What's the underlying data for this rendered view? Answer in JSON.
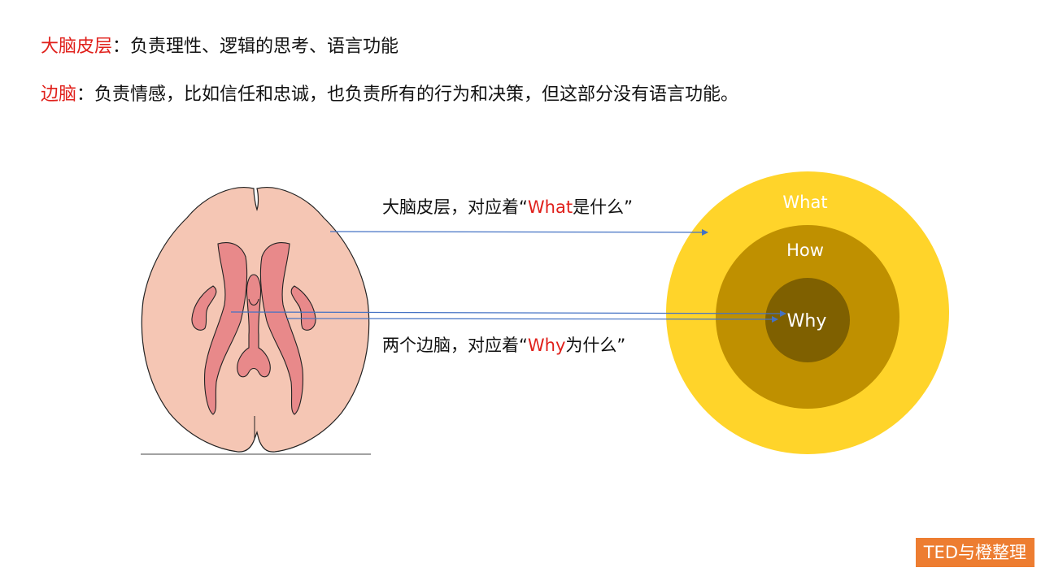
{
  "definitions": [
    {
      "term": "大脑皮层",
      "separator": "：",
      "text": "负责理性、逻辑的思考、语言功能"
    },
    {
      "term": "边脑",
      "separator": "：",
      "text": "负责情感，比如信任和忠诚，也负责所有的行为和决策，但这部分没有语言功能。"
    }
  ],
  "circles": {
    "outer": "What",
    "middle": "How",
    "inner": "Why"
  },
  "captions": {
    "what": {
      "prefix": "大脑皮层，对应着“",
      "highlight": "What",
      "suffix": "是什么”"
    },
    "why": {
      "prefix": "两个边脑，对应着“",
      "highlight": "Why",
      "suffix": "为什么”"
    }
  },
  "badge": "TED与橙整理",
  "colors": {
    "highlight": "#e0201b",
    "circle_outer": "#ffd42a",
    "circle_middle": "#bf9000",
    "circle_inner": "#7f6000",
    "brain_tissue": "#f5c6b4",
    "brain_ventricles": "#e8898a",
    "arrow": "#4472c4",
    "badge_bg": "#ed7d31"
  }
}
